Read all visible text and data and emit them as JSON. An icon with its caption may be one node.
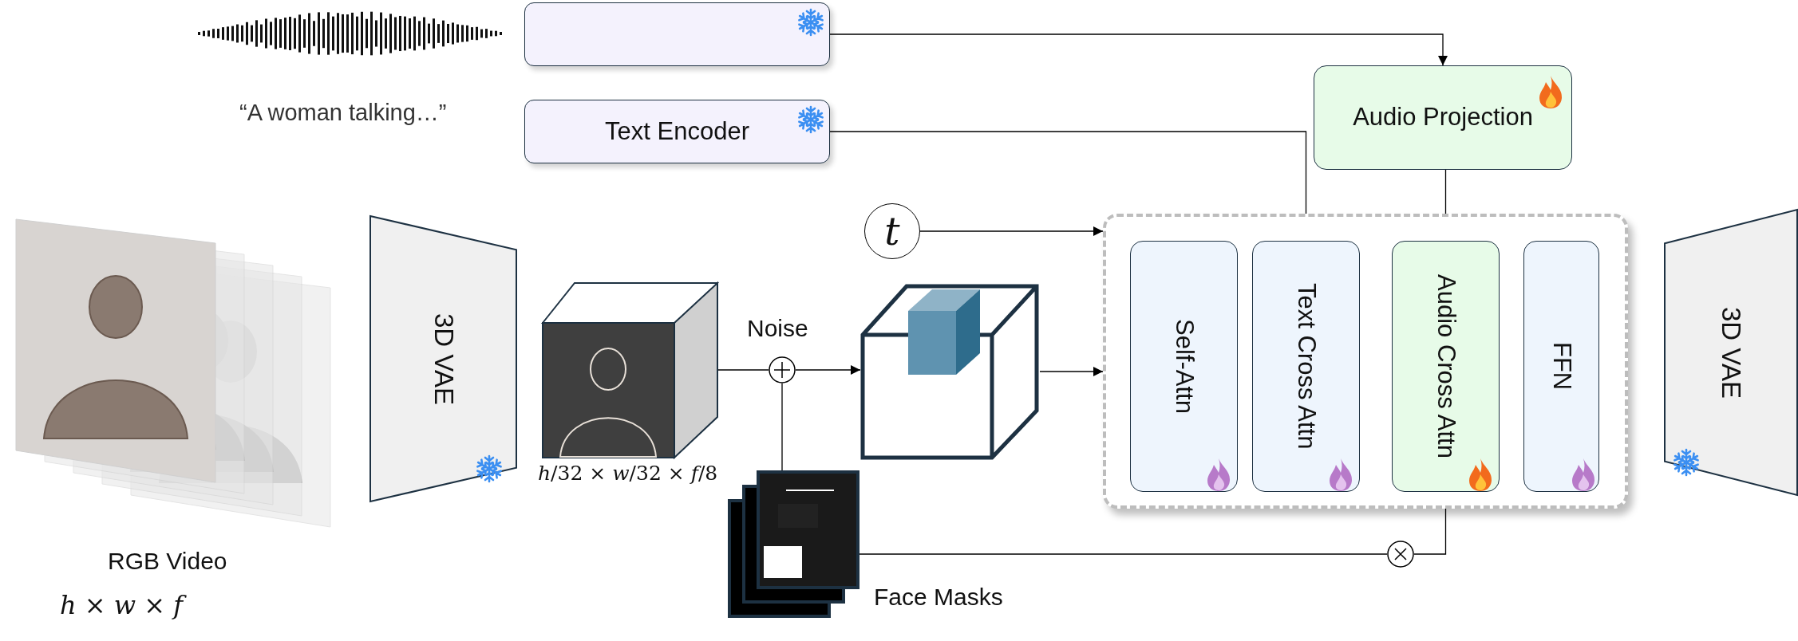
{
  "diagram": {
    "nodes": [
      {
        "text": [],
        "shape": "box"
      },
      {
        "text": [
          "Text Encoder"
        ]
      },
      {
        "text": [
          "Audio Projection"
        ]
      },
      {
        "text": [
          "t"
        ]
      },
      {
        "text": [],
        "shape": "box"
      },
      {
        "text": [
          "Self-Attn"
        ],
        "in": 4
      },
      {
        "text": [
          "Text Cross Attn"
        ],
        "in": 4
      },
      {
        "text": [
          "Audio Cross Attn"
        ],
        "in": 4
      },
      {
        "text": [
          "FFN"
        ],
        "in": 4
      },
      {
        "text": [],
        "shape": "picture",
        "beside": [
          "RGB Video",
          "*h* × *w* × *f*"
        ]
      },
      {
        "text": [
          "3D VAE"
        ]
      },
      {
        "text": [],
        "shape": "picture",
        "beside": [
          "*h*/32 × *w*/32 × *f*/8"
        ]
      },
      {
        "text": [],
        "shape": "circle",
        "beside": [
          "Noise"
        ]
      },
      {
        "text": [],
        "shape": "picture"
      },
      {
        "text": [],
        "shape": "picture",
        "beside": [
          "Face Masks"
        ]
      },
      {
        "text": [],
        "shape": "circle"
      },
      {
        "text": [
          "3D VAE"
        ]
      }
    ],
    "edges": [
      {
        "from": 0,
        "to": 2,
        "arrow": "to"
      },
      {
        "from": 1,
        "to": 6,
        "arrow": "to"
      },
      {
        "from": 2,
        "to": 7,
        "arrow": "to"
      },
      {
        "from": 3,
        "to": 4,
        "arrow": "to"
      },
      {
        "from": 11,
        "to": 12,
        "arrow": "none"
      },
      {
        "from": 12,
        "to": 13,
        "arrow": "to"
      },
      {
        "from": 14,
        "to": 12,
        "arrow": "none"
      },
      {
        "from": 13,
        "to": 4,
        "arrow": "to"
      },
      {
        "from": 14,
        "to": 15,
        "arrow": "none"
      },
      {
        "from": 15,
        "to": 7,
        "arrow": "to"
      }
    ],
    "labels": [
      "“A woman talking…”"
    ]
  }
}
